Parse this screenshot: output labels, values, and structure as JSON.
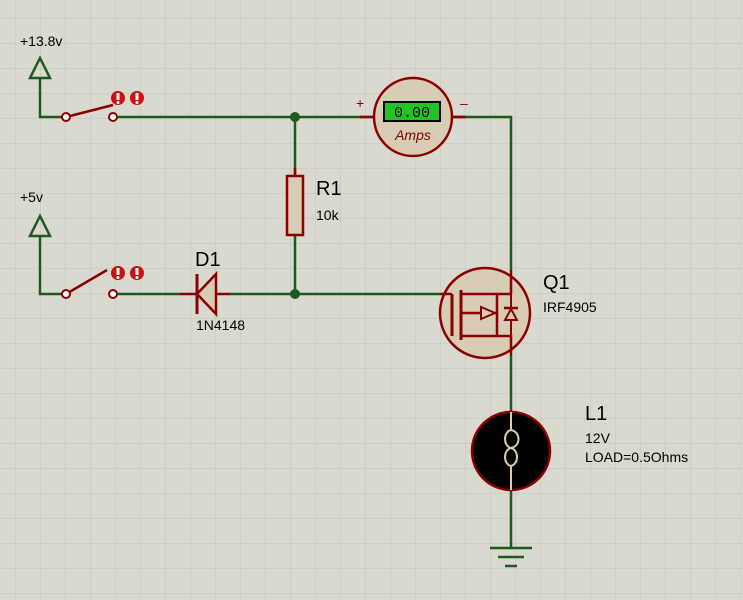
{
  "power": {
    "supply_a": "+13.8v",
    "supply_b": "+5v"
  },
  "ammeter": {
    "value": "0.00",
    "unit": "Amps",
    "plus": "+",
    "minus": "–"
  },
  "r1": {
    "ref": "R1",
    "value": "10k"
  },
  "d1": {
    "ref": "D1",
    "value": "1N4148"
  },
  "q1": {
    "ref": "Q1",
    "value": "IRF4905"
  },
  "l1": {
    "ref": "L1",
    "voltage": "12V",
    "load": "LOAD=0.5Ohms"
  },
  "colors": {
    "wire": "#1d5a1d",
    "component": "#8b0000",
    "body_fill": "#d8ccb4",
    "background": "#d9d9cf",
    "grid": "#c0c0b6",
    "meter_display": "#22c322",
    "lamp_fill": "#000000"
  }
}
